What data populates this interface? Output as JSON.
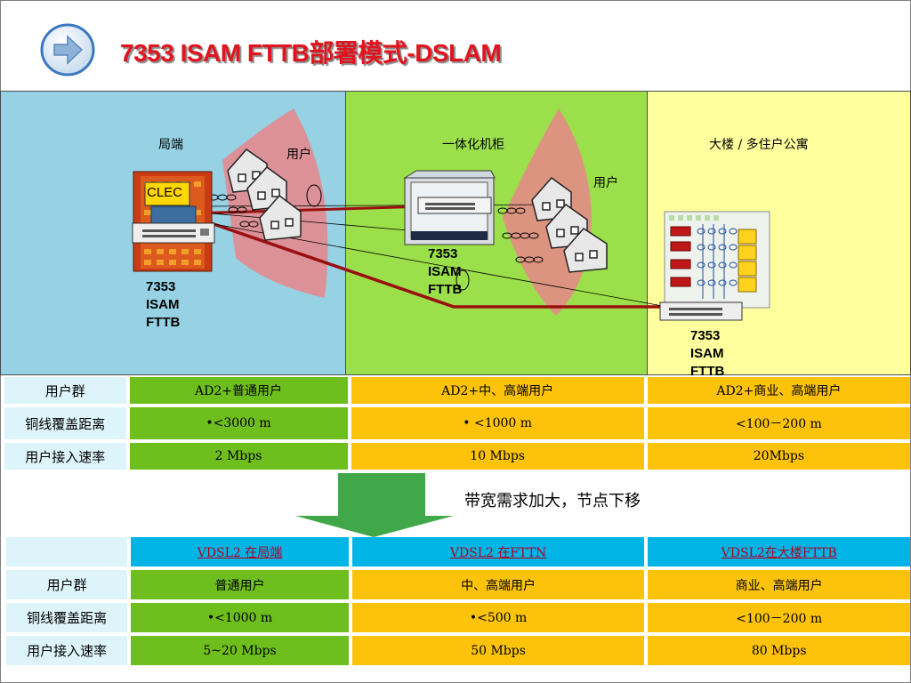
{
  "title": "7353 ISAM FTTB部署模式-DSLAM",
  "colors": {
    "title": "#e0141e",
    "panel_central": "#96d2e4",
    "panel_cabinet": "#9be04b",
    "panel_building": "#ffff9e",
    "cell_green": "#6ebe1e",
    "cell_orange": "#fcc30a",
    "cell_cyan": "#00b4e6",
    "cell_header": "#ddf4fa",
    "link": "#b4001e"
  },
  "icons": [
    "arrow-right-icon",
    "building-icon",
    "house-icon",
    "dslam-icon",
    "cabinet-icon",
    "down-arrow-icon"
  ],
  "diagram": {
    "panels": [
      {
        "heading": "局端",
        "users_label": "用户",
        "clec": "CLEC",
        "device": [
          "7353",
          "ISAM",
          "FTTB"
        ]
      },
      {
        "heading": "一体化机柜",
        "users_label": "用户",
        "device": [
          "7353",
          "ISAM",
          "FTTB"
        ]
      },
      {
        "heading": "大楼 /  多住户公寓",
        "device": [
          "7353",
          "ISAM",
          "FTTB"
        ]
      }
    ]
  },
  "table1": {
    "rows": [
      {
        "label": "用户群",
        "cells": [
          "AD2+普通用户",
          "AD2+中、高端用户",
          "AD2+商业、高端用户"
        ]
      },
      {
        "label": "铜线覆盖距离",
        "cells": [
          "•<3000 m",
          "• <1000 m",
          "<100－200 m"
        ]
      },
      {
        "label": "用户接入速率",
        "cells": [
          "2 Mbps",
          "10 Mbps",
          "20Mbps"
        ]
      }
    ]
  },
  "note": "带宽需求加大，节点下移",
  "table2": {
    "header": [
      "VDSL2 在局端",
      "VDSL2 在FTTN",
      "VDSL2在大楼FTTB"
    ],
    "rows": [
      {
        "label": "用户群",
        "cells": [
          "普通用户",
          "中、高端用户",
          "商业、高端用户"
        ]
      },
      {
        "label": "铜线覆盖距离",
        "cells": [
          "•<1000 m",
          "•<500 m",
          "<100－200 m"
        ]
      },
      {
        "label": "用户接入速率",
        "cells": [
          "5~20 Mbps",
          "50 Mbps",
          "80 Mbps"
        ]
      }
    ]
  }
}
